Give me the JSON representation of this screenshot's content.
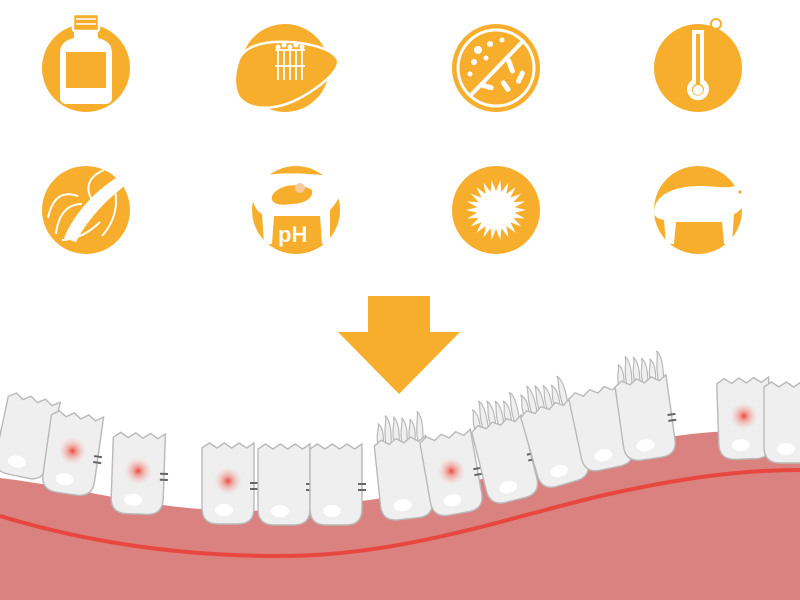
{
  "colors": {
    "accent": "#f7ae2c",
    "white": "#ffffff",
    "tissue": "#d9827f",
    "vessel": "#e8473f",
    "cell_fill": "#efefef",
    "cell_stroke": "#b9b9b9",
    "junction": "#666666",
    "damage": "#e84a3c"
  },
  "icons": [
    {
      "name": "medicine-bottle-icon",
      "row": 1,
      "col": 1
    },
    {
      "name": "liver-membrane-icon",
      "row": 1,
      "col": 2
    },
    {
      "name": "no-microbes-icon",
      "row": 1,
      "col": 3
    },
    {
      "name": "thermometer-icon",
      "row": 1,
      "col": 4
    },
    {
      "name": "parasite-worm-icon",
      "row": 2,
      "col": 1
    },
    {
      "name": "cow-rumen-ph-icon",
      "row": 2,
      "col": 2,
      "label": "pH"
    },
    {
      "name": "starburst-icon",
      "row": 2,
      "col": 3
    },
    {
      "name": "pig-icon",
      "row": 2,
      "col": 4
    }
  ],
  "arrow": {
    "name": "down-arrow",
    "direction": "down"
  },
  "epithelium": {
    "cell_types": [
      "intact",
      "damaged",
      "microvilli"
    ]
  }
}
